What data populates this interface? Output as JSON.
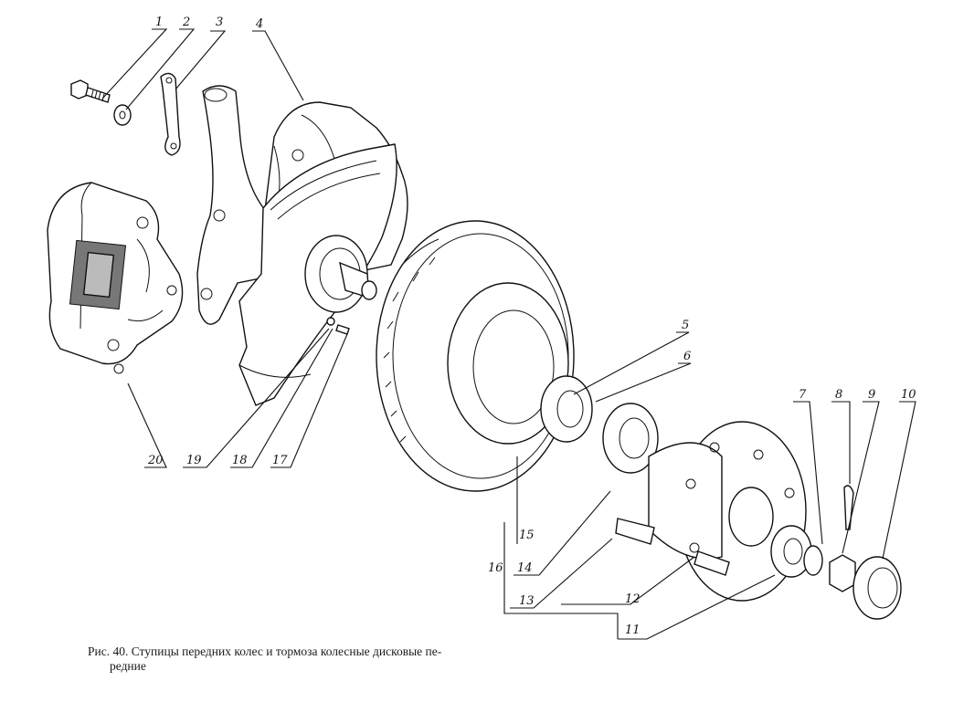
{
  "caption": {
    "line1": "Рис. 40. Ступицы передних колес и тормоза колесные дисковые пе-",
    "line2": "редние"
  },
  "labels": [
    "1",
    "2",
    "3",
    "4",
    "5",
    "6",
    "7",
    "8",
    "9",
    "10",
    "11",
    "12",
    "13",
    "14",
    "15",
    "16",
    "17",
    "18",
    "19",
    "20"
  ]
}
